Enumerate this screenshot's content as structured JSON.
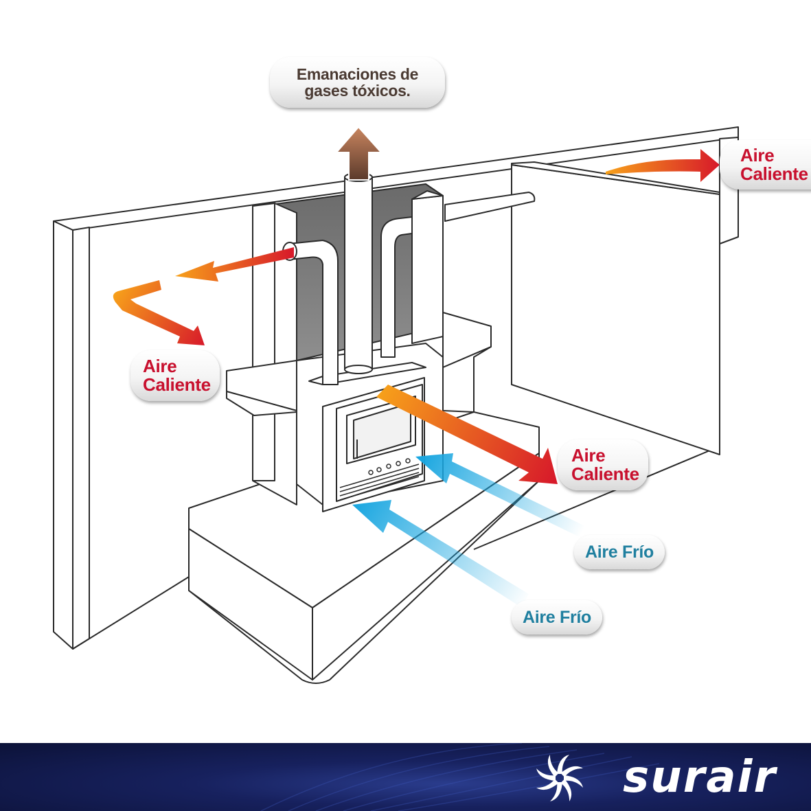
{
  "labels": {
    "gas": [
      "Emanaciones de",
      "gases tóxicos."
    ],
    "hot_left": [
      "Aire",
      "Caliente"
    ],
    "hot_top_right": [
      "Aire",
      "Caliente"
    ],
    "hot_center": [
      "Aire",
      "Caliente"
    ],
    "cold_upper": "Aire Frío",
    "cold_lower": "Aire Frío"
  },
  "brand": {
    "name": "surair",
    "icon": "fan-swirl-icon"
  },
  "colors": {
    "hot_text": "#c8102e",
    "cold_text": "#1f7f9f",
    "hot_arrow_start": "#f7a11a",
    "hot_arrow_end": "#d7192a",
    "cold_arrow": "#19a6e0",
    "footer_bg": "#141d54"
  }
}
